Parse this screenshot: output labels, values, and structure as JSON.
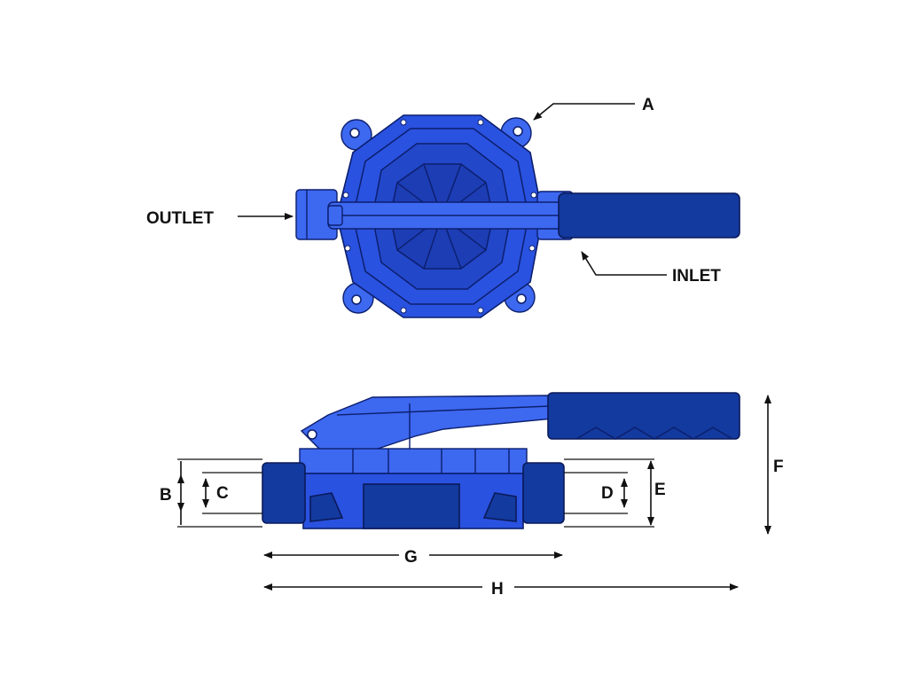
{
  "top_view": {
    "label_outlet": "OUTLET",
    "label_inlet": "INLET",
    "label_a": "A"
  },
  "side_view": {
    "label_b": "B",
    "label_c": "C",
    "label_d": "D",
    "label_e": "E",
    "label_f": "F",
    "label_g": "G",
    "label_h": "H"
  },
  "colors": {
    "pump_body": "#2a52e0",
    "pump_dark": "#133a9e",
    "outline": "#0c1f6e",
    "label_text": "#111111"
  }
}
